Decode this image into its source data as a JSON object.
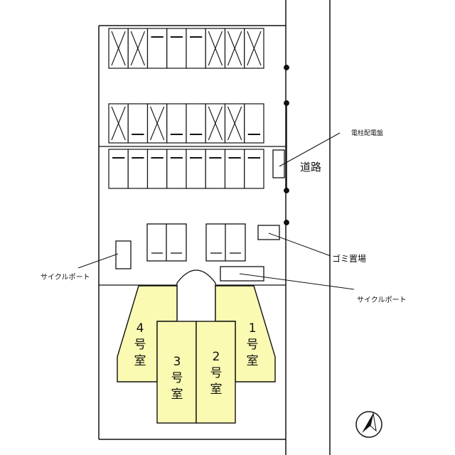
{
  "labels": {
    "utility_pole_panel": "電柱配電盤",
    "road": "道路",
    "garbage_area": "ゴミ置場",
    "bicycle_port_left": "サイクルポート",
    "bicycle_port_right": "サイクルポート"
  },
  "rooms": [
    {
      "id": "room-4",
      "number": "4",
      "suffix_1": "号",
      "suffix_2": "室"
    },
    {
      "id": "room-3",
      "number": "3",
      "suffix_1": "号",
      "suffix_2": "室"
    },
    {
      "id": "room-2",
      "number": "2",
      "suffix_1": "号",
      "suffix_2": "室"
    },
    {
      "id": "room-1",
      "number": "1",
      "suffix_1": "号",
      "suffix_2": "室"
    }
  ],
  "parking": {
    "row1": [
      "x",
      "x",
      "bar",
      "bar",
      "bar",
      "x",
      "x",
      "x"
    ],
    "row2": [
      "x",
      "bar",
      "x",
      "bar",
      "bar",
      "x",
      "x",
      "bar"
    ],
    "row3": [
      "bar",
      "bar",
      "bar",
      "bar",
      "bar",
      "bar",
      "bar",
      "bar"
    ]
  },
  "colors": {
    "line": "#111111",
    "room_fill": "#fafab2",
    "background": "#ffffff"
  },
  "icons": {
    "north": "compass-north-icon"
  }
}
